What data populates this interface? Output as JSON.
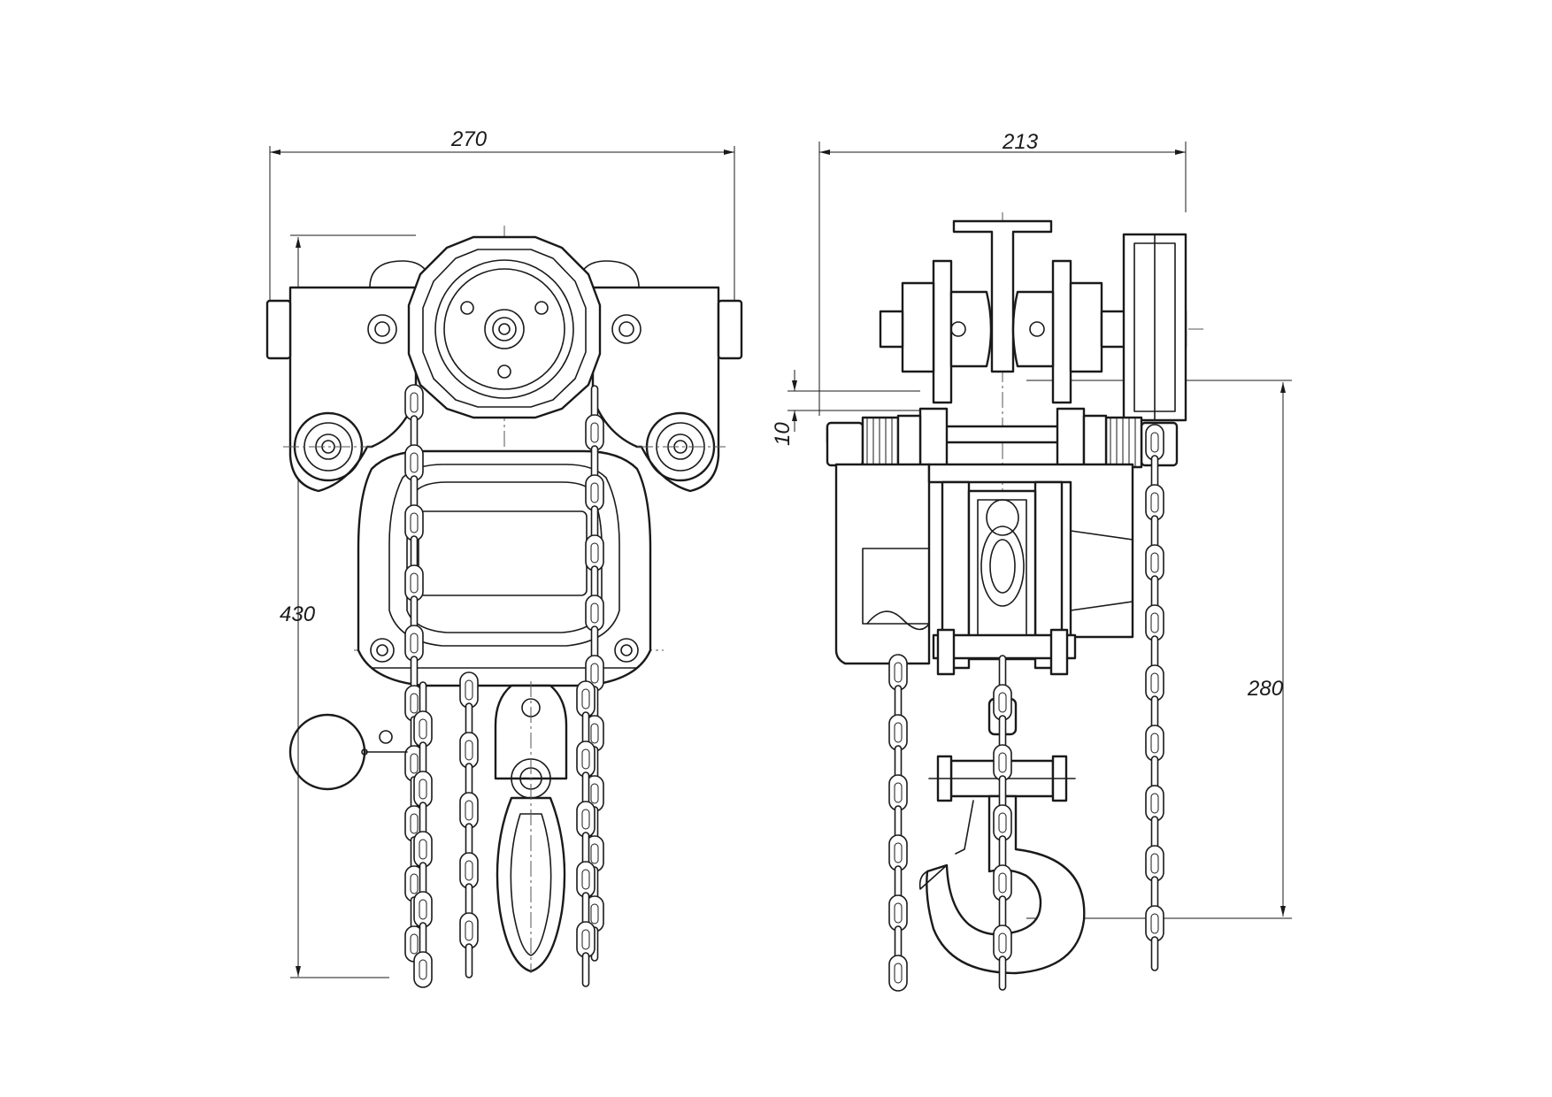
{
  "dimensions": {
    "front_width": "270",
    "front_height": "430",
    "side_width": "213",
    "side_offset": "10",
    "side_height": "280"
  },
  "colors": {
    "line": "#1a1a1a",
    "background": "#ffffff"
  }
}
